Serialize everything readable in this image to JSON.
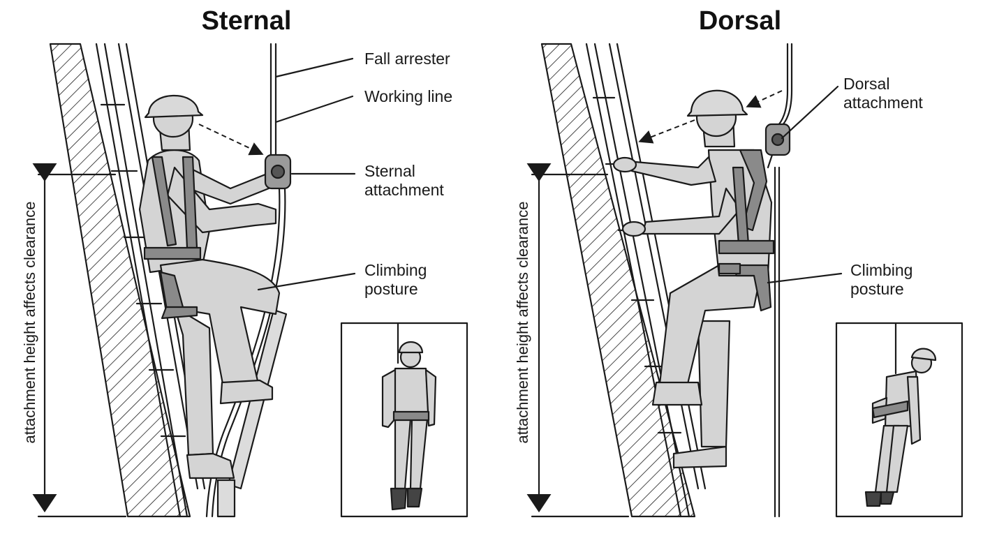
{
  "panels": {
    "sternal": {
      "title": "Sternal",
      "labels": {
        "fall_arrester": "Fall arrester",
        "working_line": "Working line",
        "attachment_line1": "Sternal",
        "attachment_line2": "attachment",
        "posture_line1": "Climbing",
        "posture_line2": "posture"
      },
      "dimension_label": "attachment height affects clearance"
    },
    "dorsal": {
      "title": "Dorsal",
      "labels": {
        "attachment_line1": "Dorsal",
        "attachment_line2": "attachment",
        "posture_line1": "Climbing",
        "posture_line2": "posture"
      },
      "dimension_label": "attachment height affects clearance"
    }
  },
  "colors": {
    "ink": "#1a1a1a",
    "figure_fill": "#d4d4d4",
    "harness_fill": "#8a8a8a",
    "wall_hatch": "#1a1a1a"
  }
}
